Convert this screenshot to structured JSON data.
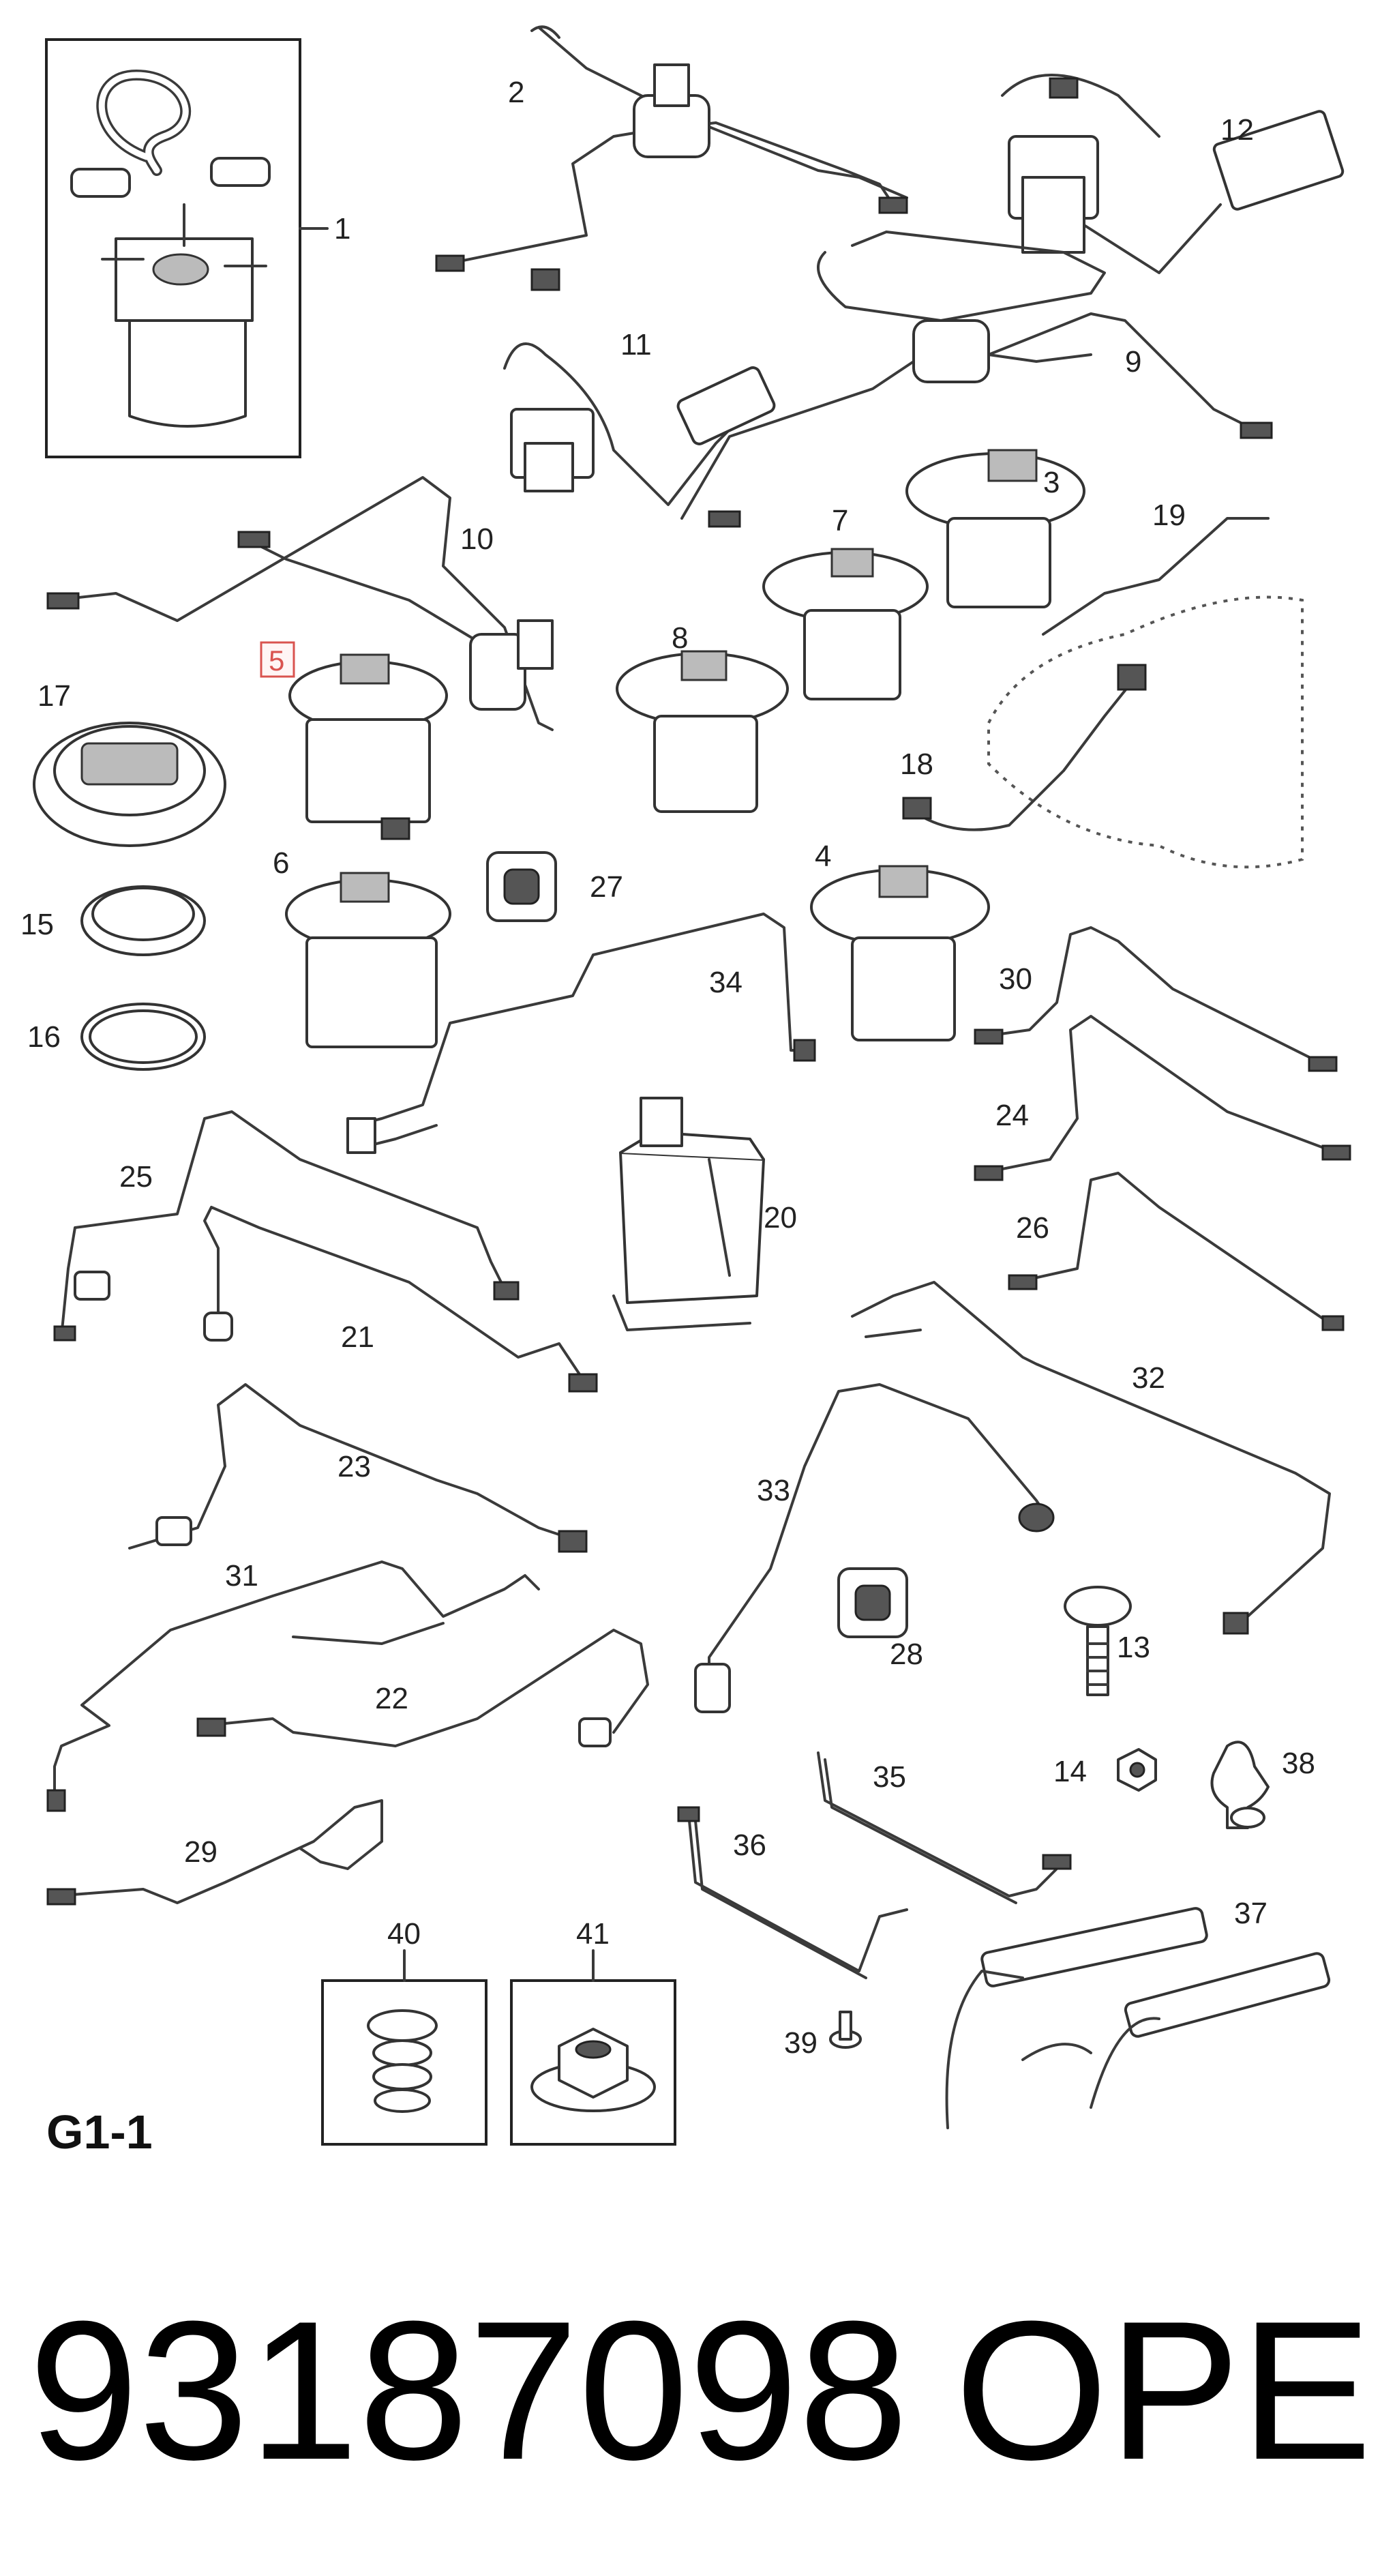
{
  "callouts": [
    {
      "n": "1"
    },
    {
      "n": "2"
    },
    {
      "n": "3"
    },
    {
      "n": "4"
    },
    {
      "n": "5"
    },
    {
      "n": "6"
    },
    {
      "n": "7"
    },
    {
      "n": "8"
    },
    {
      "n": "9"
    },
    {
      "n": "10"
    },
    {
      "n": "11"
    },
    {
      "n": "12"
    },
    {
      "n": "13"
    },
    {
      "n": "14"
    },
    {
      "n": "15"
    },
    {
      "n": "16"
    },
    {
      "n": "17"
    },
    {
      "n": "18"
    },
    {
      "n": "19"
    },
    {
      "n": "20"
    },
    {
      "n": "21"
    },
    {
      "n": "22"
    },
    {
      "n": "23"
    },
    {
      "n": "24"
    },
    {
      "n": "25"
    },
    {
      "n": "26"
    },
    {
      "n": "27"
    },
    {
      "n": "28"
    },
    {
      "n": "29"
    },
    {
      "n": "30"
    },
    {
      "n": "31"
    },
    {
      "n": "32"
    },
    {
      "n": "33"
    },
    {
      "n": "34"
    },
    {
      "n": "35"
    },
    {
      "n": "36"
    },
    {
      "n": "37"
    },
    {
      "n": "38"
    },
    {
      "n": "39"
    },
    {
      "n": "40"
    },
    {
      "n": "41"
    }
  ],
  "highlighted_callout": "5",
  "group_label": "G1-1",
  "part_number": "93187098",
  "brand": "OPEL",
  "colors": {
    "highlight": "#d9534f",
    "line": "#3a3a3a"
  }
}
